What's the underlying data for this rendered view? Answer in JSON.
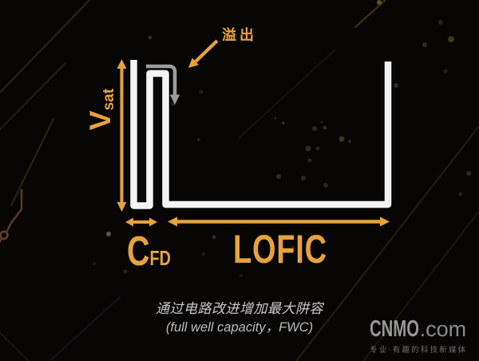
{
  "colors": {
    "background": "#070605",
    "accent_orange": "#E8A23C",
    "structure_white": "#F3F3F3",
    "spill_gray": "#9C9C9C",
    "caption_gray": "#C9C9C9",
    "logo_gray": "#8F8F8F"
  },
  "diagram": {
    "overflow_label": "溢出",
    "vsat_label": {
      "main": "V",
      "sub": "sat"
    },
    "cfd_label": {
      "main": "C",
      "sub": "FD"
    },
    "lofic_label": "LOFIC"
  },
  "caption": {
    "line1": "通过电路改进增加最大阱容",
    "line2": "(full well capacity，FWC)"
  },
  "logo": {
    "name": "CNMO",
    "suffix": ".com",
    "tagline": "专业·有趣的科技新媒体"
  }
}
